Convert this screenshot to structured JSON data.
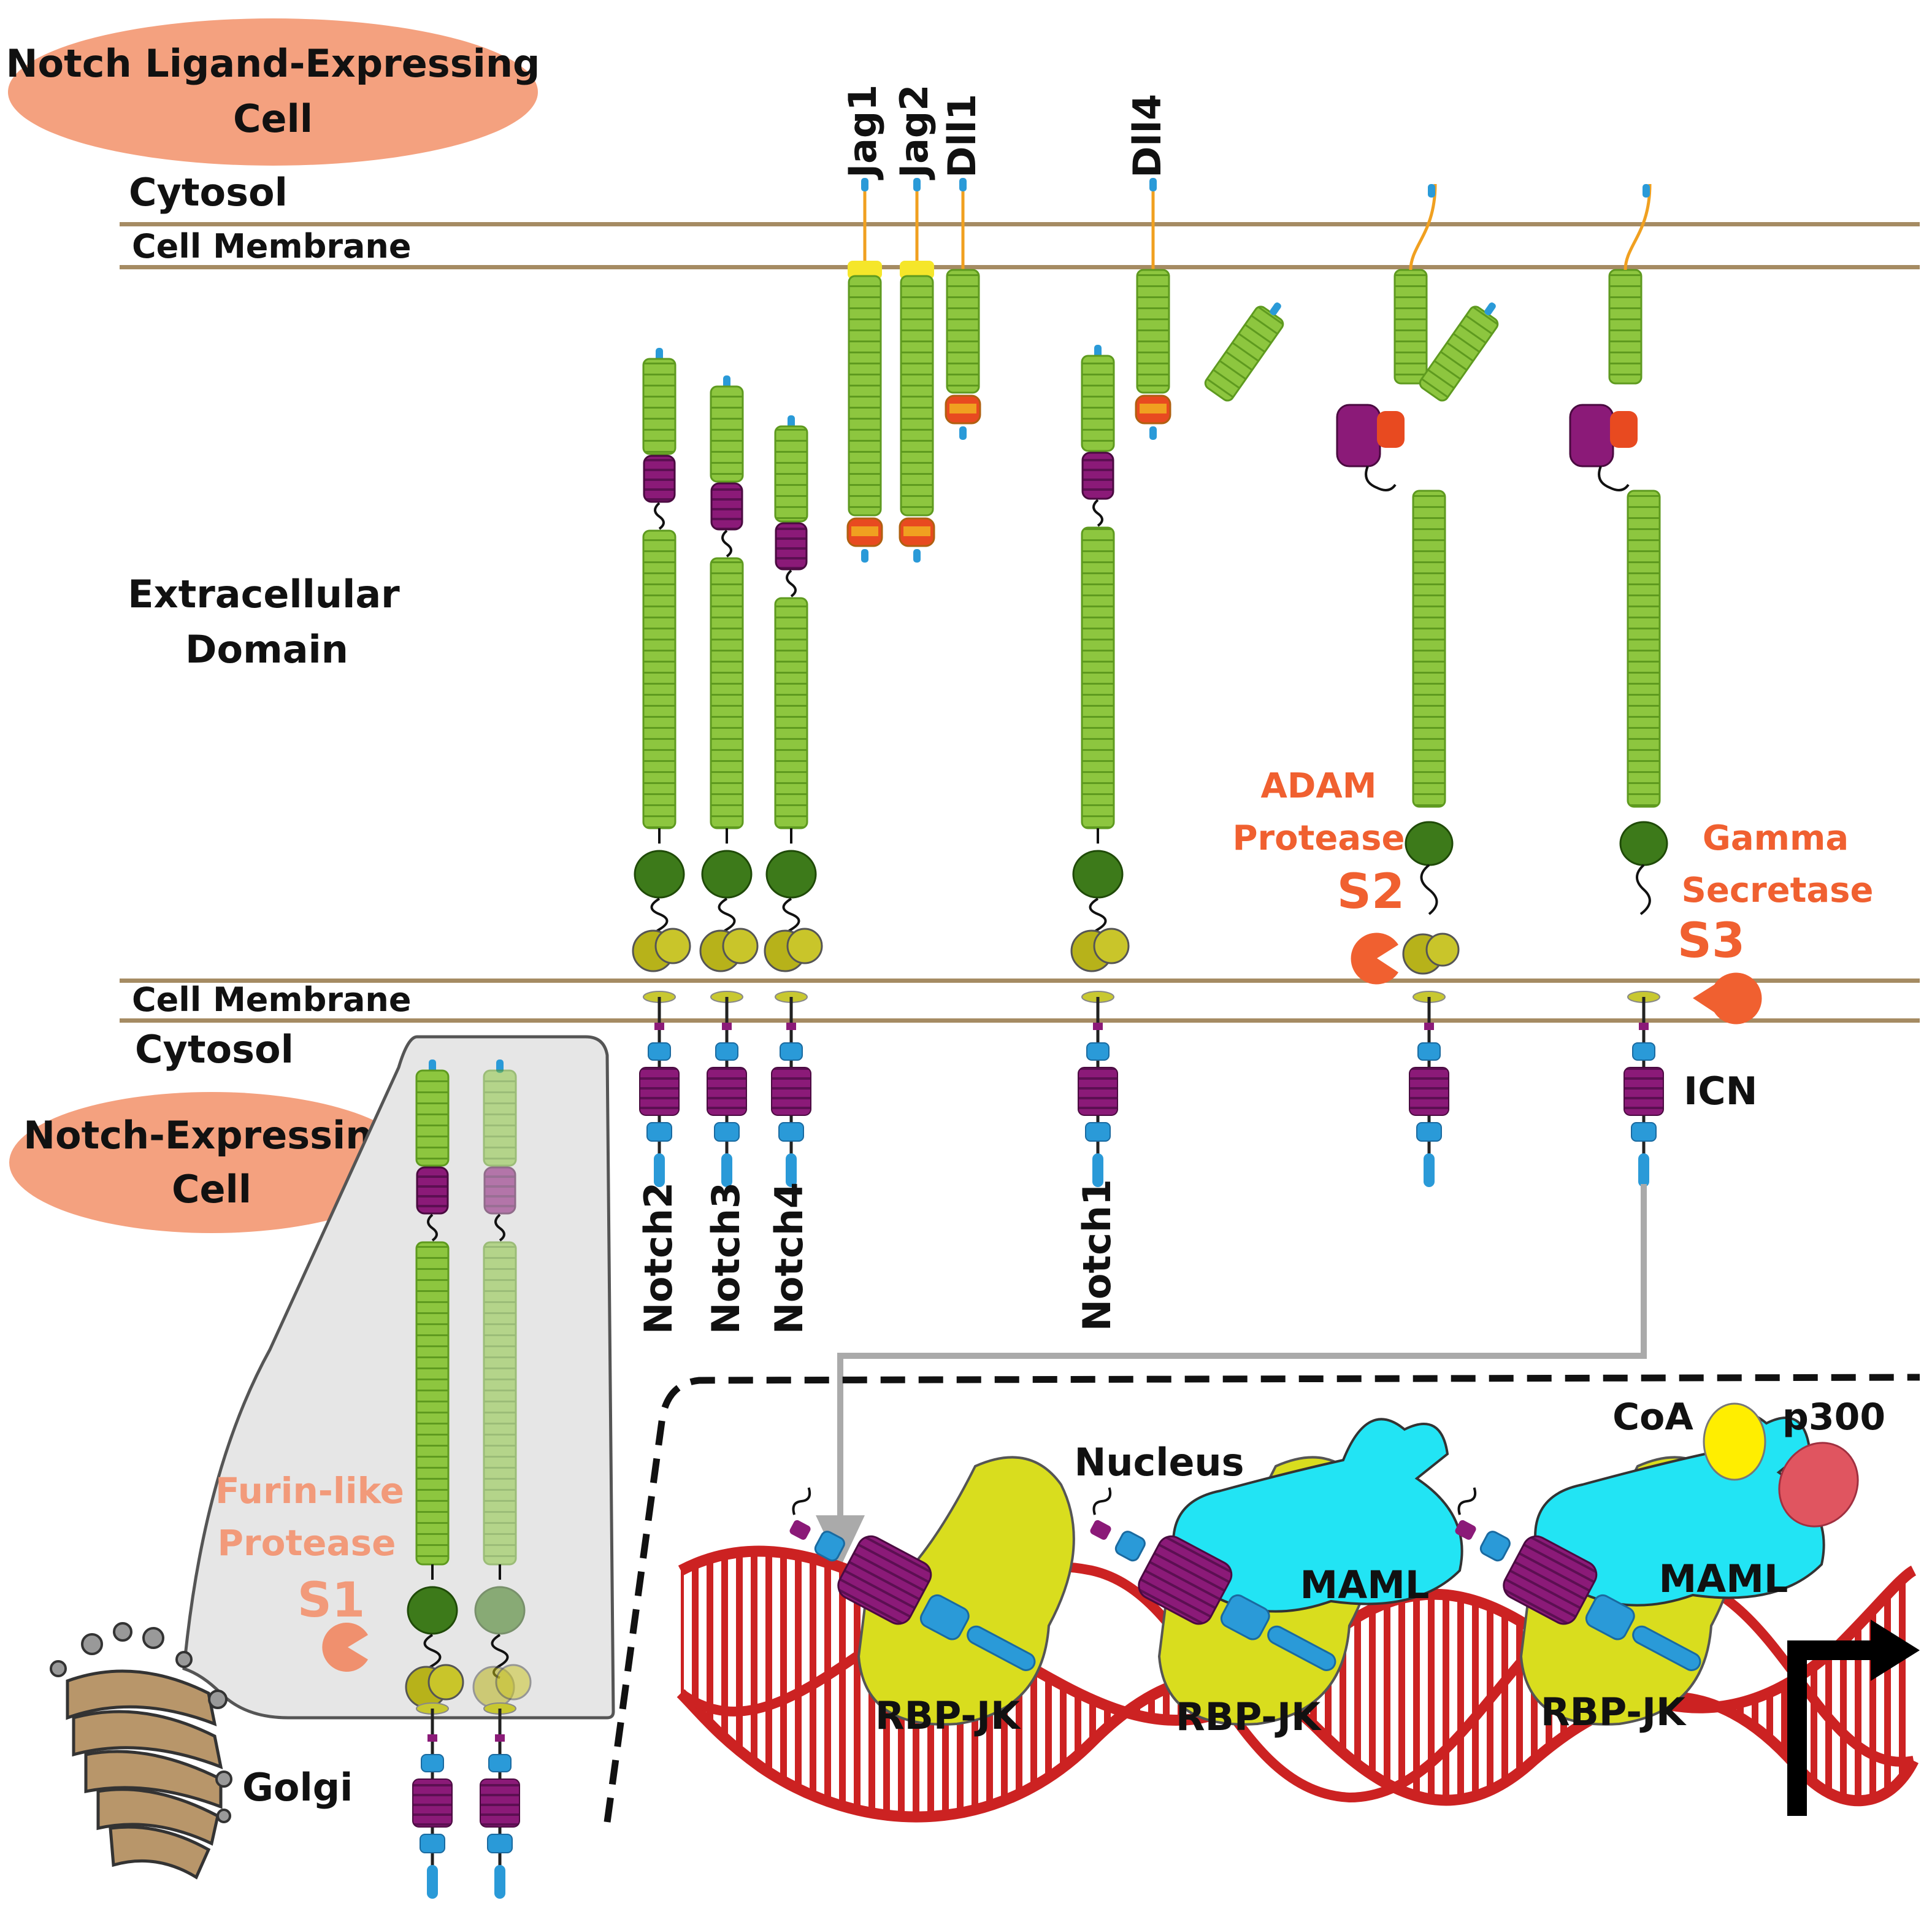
{
  "badges": {
    "ligand_cell": [
      "Notch Ligand-Expressing",
      "Cell"
    ],
    "notch_cell": [
      "Notch-Expressing",
      "Cell"
    ]
  },
  "compartments": {
    "cytosol_top": "Cytosol",
    "membrane_top": "Cell Membrane",
    "extracellular": [
      "Extracellular",
      "Domain"
    ],
    "membrane_bottom": "Cell Membrane",
    "cytosol_bottom": "Cytosol",
    "nucleus": "Nucleus",
    "golgi": "Golgi"
  },
  "ligands": {
    "jag1": "Jag1",
    "jag2": "Jag2",
    "dll1": "Dll1",
    "dll4": "Dll4"
  },
  "receptors": {
    "notch1": "Notch1",
    "notch2": "Notch2",
    "notch3": "Notch3",
    "notch4": "Notch4"
  },
  "proteases": {
    "furin": [
      "Furin-like",
      "Protease"
    ],
    "s1": "S1",
    "adam": [
      "ADAM",
      "Protease"
    ],
    "s2": "S2",
    "gamma": [
      "Gamma",
      "Secretase"
    ],
    "s3": "S3"
  },
  "complex": {
    "icn": "ICN",
    "rbpjk": "RBP-JK",
    "maml": "MAML",
    "coa": "CoA",
    "p300": "p300"
  },
  "colors": {
    "egf_green": "#8dc63f",
    "membrane_tan": "#a58b63",
    "ank_purple": "#8b1a78",
    "badge_salmon": "#f4a17f",
    "protease_orange": "#f06030",
    "dna_red": "#cc2222",
    "rbp_yellow": "#d9dd1e",
    "maml_cyan": "#22e4f4",
    "coa_yellow": "#ffee00",
    "p300_red": "#e05560"
  }
}
